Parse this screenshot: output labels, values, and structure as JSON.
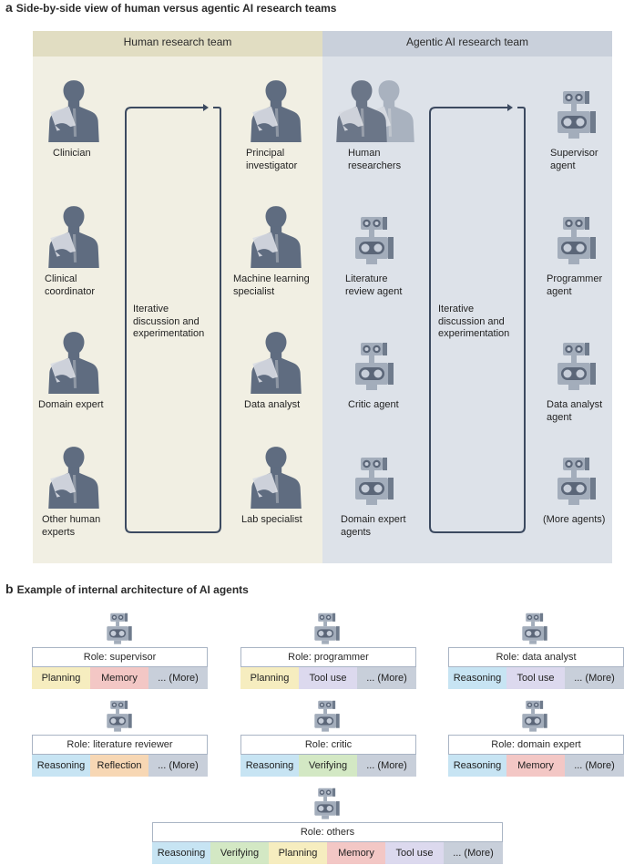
{
  "panel_a": {
    "letter": "a",
    "title": "Side-by-side view of human versus agentic AI research teams",
    "human_header": "Human research team",
    "ai_header": "Agentic AI research team",
    "loop_label_human": "Iterative\ndiscussion and\nexperimentation",
    "loop_label_ai": "Iterative\ndiscussion and\nexperimentation",
    "human_left": [
      "Clinician",
      "Clinical\ncoordinator",
      "Domain expert",
      "Other human\nexperts"
    ],
    "human_right": [
      "Principal\ninvestigator",
      "Machine learning\nspecialist",
      "Data analyst",
      "Lab specialist"
    ],
    "ai_left": [
      "Human\nresearchers",
      "Literature\nreview agent",
      "Critic agent",
      "Domain expert\nagents"
    ],
    "ai_right": [
      "Supervisor\nagent",
      "Programmer\nagent",
      "Data analyst\nagent",
      "(More agents)"
    ]
  },
  "panel_b": {
    "letter": "b",
    "title": "Example of internal architecture of AI agents",
    "agents": [
      {
        "role": "Role: supervisor",
        "modules": [
          "Planning",
          "Memory",
          "... (More)"
        ]
      },
      {
        "role": "Role: programmer",
        "modules": [
          "Planning",
          "Tool use",
          "... (More)"
        ]
      },
      {
        "role": "Role: data analyst",
        "modules": [
          "Reasoning",
          "Tool use",
          "... (More)"
        ]
      },
      {
        "role": "Role: literature reviewer",
        "modules": [
          "Reasoning",
          "Reflection",
          "... (More)"
        ]
      },
      {
        "role": "Role: critic",
        "modules": [
          "Reasoning",
          "Verifying",
          "... (More)"
        ]
      },
      {
        "role": "Role: domain expert",
        "modules": [
          "Reasoning",
          "Memory",
          "... (More)"
        ]
      },
      {
        "role": "Role: others",
        "modules": [
          "Reasoning",
          "Verifying",
          "Planning",
          "Memory",
          "Tool use",
          "... (More)"
        ]
      }
    ]
  },
  "colors": {
    "human_bg": "#f1efe3",
    "human_header_bg": "#e1ddc2",
    "ai_bg": "#dde2e9",
    "ai_header_bg": "#c9d0db",
    "person": "#5f6c80",
    "robot": "#a3adbb",
    "robot_dark": "#6f7b8c",
    "loop": "#3c4a60",
    "module_colors": {
      "Reasoning": "#c7e4f3",
      "Planning": "#f6edbf",
      "Memory": "#f3c7c5",
      "Tool use": "#dcd9ee",
      "Verifying": "#d3e8c4",
      "Reflection": "#f7d7b4",
      "... (More)": "#c8cfda"
    }
  }
}
